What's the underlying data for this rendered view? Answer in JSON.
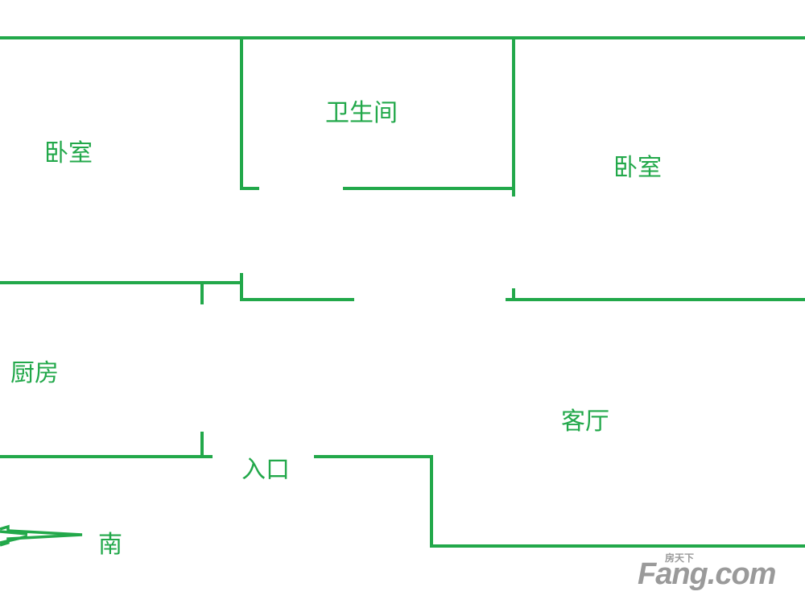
{
  "colors": {
    "wall": "#22a84a",
    "label": "#22a84a",
    "watermark": "#9a9a9a"
  },
  "rooms": {
    "bedroom_left": "卧室",
    "bathroom": "卫生间",
    "bedroom_right": "卧室",
    "kitchen": "厨房",
    "living_room": "客厅",
    "entrance": "入口"
  },
  "compass": {
    "direction": "南",
    "icon": "arrow-right-icon"
  },
  "watermark": {
    "brand": "Fang.com",
    "chinese": "房天下"
  }
}
